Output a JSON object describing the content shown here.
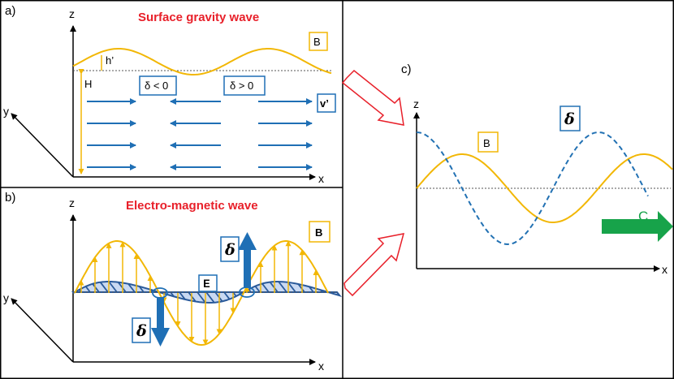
{
  "panels": {
    "a": {
      "label": "a)",
      "title": "Surface gravity wave",
      "axis_z": "z",
      "axis_x": "x",
      "axis_y": "y",
      "h_prime": "h’",
      "H": "H",
      "B": "B",
      "delta_neg": "δ < 0",
      "delta_pos": "δ > 0",
      "v_prime": "v’"
    },
    "b": {
      "label": "b)",
      "title": "Electro-magnetic wave",
      "axis_z": "z",
      "axis_x": "x",
      "axis_y": "y",
      "B": "B",
      "E": "𝐄",
      "delta_up": "δ",
      "delta_down": "δ"
    },
    "c": {
      "label": "c)",
      "axis_z": "z",
      "axis_x": "x",
      "B": "B",
      "delta": "δ",
      "C": "C"
    }
  },
  "colors": {
    "wave_yellow": "#f2b705",
    "arrow_blue": "#1f6fb5",
    "dash_blue": "#2271b3",
    "title_red": "#e8202a",
    "c_green": "#17a34a",
    "e_fill": "#c9d9f2",
    "outline_red": "#e8202a"
  }
}
